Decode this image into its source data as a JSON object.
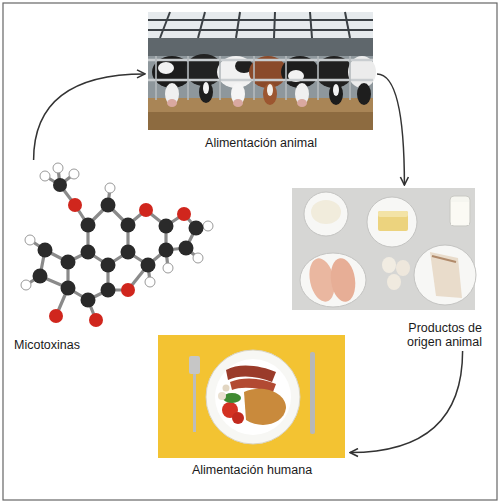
{
  "diagram": {
    "nodes": [
      {
        "text": [
          "Alimentación animal"
        ]
      },
      {
        "text": [
          "Micotoxinas"
        ]
      },
      {
        "text": [
          "Productos de origen animal"
        ]
      },
      {
        "text": [
          "Alimentación humana"
        ]
      }
    ],
    "edges": [
      {
        "from": 1,
        "to": 0,
        "arrow": "to"
      },
      {
        "from": 0,
        "to": 2,
        "arrow": "to"
      },
      {
        "from": 2,
        "to": 3,
        "arrow": "to"
      }
    ]
  }
}
